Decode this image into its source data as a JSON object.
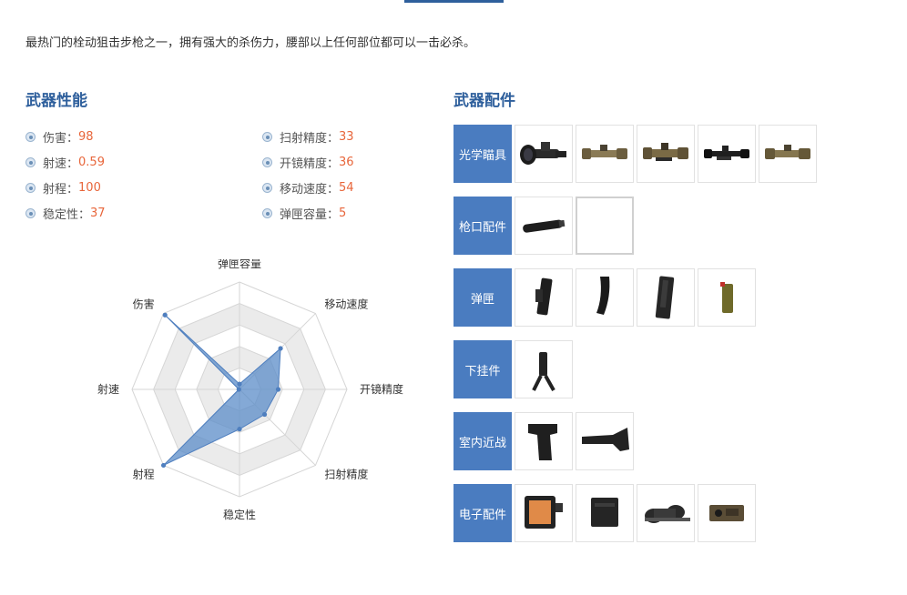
{
  "description": "最热门的栓动狙击步枪之一，拥有强大的杀伤力，腰部以上任何部位都可以一击必杀。",
  "performance": {
    "title": "武器性能",
    "stats": [
      {
        "name": "伤害",
        "value": "98"
      },
      {
        "name": "射速",
        "value": "0.59"
      },
      {
        "name": "射程",
        "value": "100"
      },
      {
        "name": "稳定性",
        "value": "37"
      },
      {
        "name": "扫射精度",
        "value": "33"
      },
      {
        "name": "开镜精度",
        "value": "36"
      },
      {
        "name": "移动速度",
        "value": "54"
      },
      {
        "name": "弹匣容量",
        "value": "5"
      }
    ],
    "colon": "："
  },
  "chart_data": {
    "type": "radar",
    "axes": [
      "弹匣容量",
      "移动速度",
      "开镜精度",
      "扫射精度",
      "稳定性",
      "射程",
      "射速",
      "伤害"
    ],
    "values": [
      5,
      54,
      36,
      33,
      37,
      100,
      0.59,
      98
    ],
    "range": [
      0,
      100
    ],
    "rings": 5,
    "colors": {
      "fill": "#5b8cc8",
      "line": "#4f7fbf",
      "ring_fill": "#ebebeb",
      "ring_line": "#d6d6d6"
    }
  },
  "accessories": {
    "title": "武器配件",
    "rows": [
      {
        "label": "光学瞄具",
        "items": [
          "scope-large-icon",
          "scope-tan-icon",
          "scope-tan-rail-icon",
          "scope-black-icon",
          "scope-tan-long-icon"
        ]
      },
      {
        "label": "枪口配件",
        "items": [
          "suppressor-icon",
          "empty-slot"
        ]
      },
      {
        "label": "弹匣",
        "items": [
          "magazine-black-icon",
          "magazine-curved-icon",
          "magazine-large-icon",
          "magazine-tan-icon"
        ]
      },
      {
        "label": "下挂件",
        "items": [
          "bipod-grip-icon"
        ]
      },
      {
        "label": "室内近战",
        "items": [
          "pistol-grip-icon",
          "stock-icon"
        ]
      },
      {
        "label": "电子配件",
        "items": [
          "thermal-display-icon",
          "battery-box-icon",
          "night-vision-icon",
          "laser-module-icon"
        ]
      }
    ]
  },
  "colors": {
    "accent": "#2e5f9c",
    "value": "#e8663b",
    "label_bg": "#4a7cc0"
  }
}
